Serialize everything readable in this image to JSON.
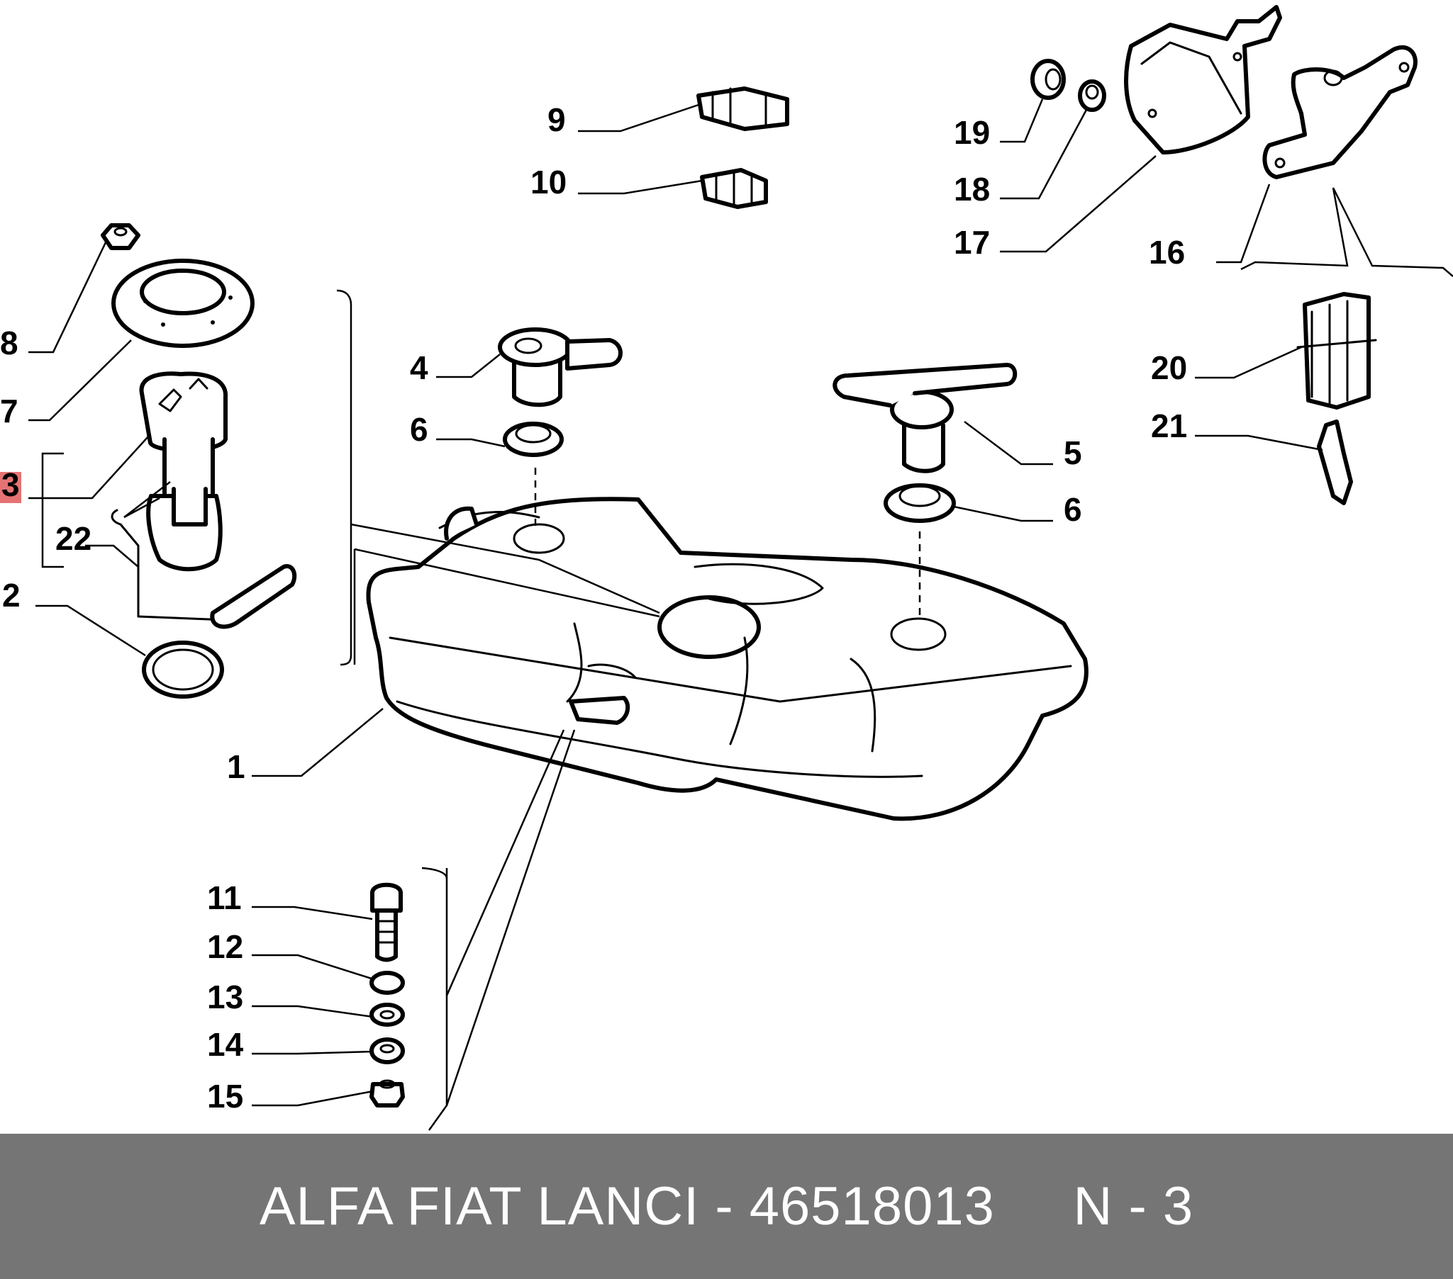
{
  "callouts": {
    "c1": "1",
    "c2": "2",
    "c3": "3",
    "c4": "4",
    "c5": "5",
    "c6a": "6",
    "c6b": "6",
    "c7": "7",
    "c8": "8",
    "c9": "9",
    "c10": "10",
    "c11": "11",
    "c12": "12",
    "c13": "13",
    "c14": "14",
    "c15": "15",
    "c16": "16",
    "c17": "17",
    "c18": "18",
    "c19": "19",
    "c20": "20",
    "c21": "21",
    "c22": "22"
  },
  "highlight_color": "#e57373",
  "footer": {
    "text": "ALFA FIAT LANCI - 46518013     N - 3",
    "background": "#757575"
  }
}
